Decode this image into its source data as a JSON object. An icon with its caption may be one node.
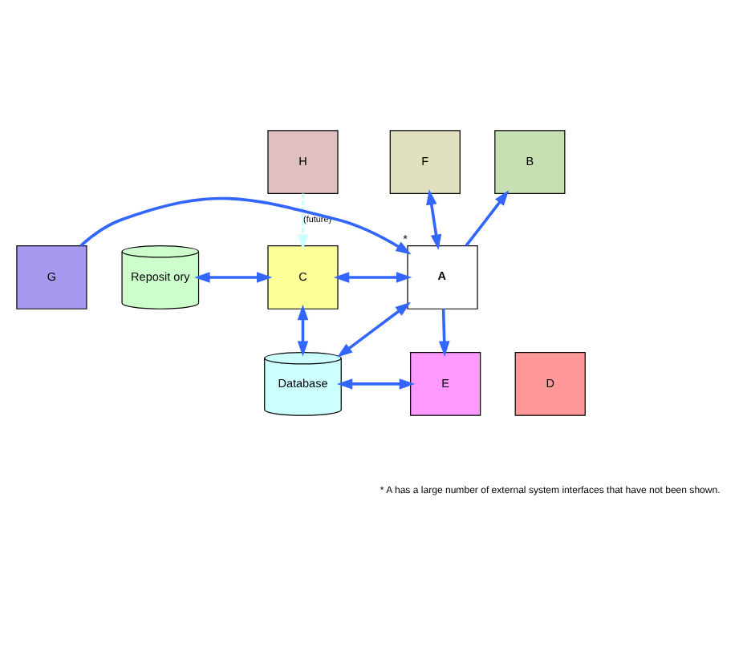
{
  "diagram": {
    "nodes": [
      {
        "text": [
          "H"
        ]
      },
      {
        "text": [
          "F"
        ]
      },
      {
        "text": [
          "B"
        ]
      },
      {
        "text": [
          "Reposit ory"
        ]
      },
      {
        "text": [
          "C"
        ]
      },
      {
        "text": [
          "A"
        ],
        "beside": [
          "*"
        ]
      },
      {
        "text": [
          "G"
        ]
      },
      {
        "text": [
          "Database"
        ]
      },
      {
        "text": [
          "E"
        ]
      },
      {
        "text": [
          "D"
        ]
      }
    ],
    "edges": [
      {
        "from": 0,
        "to": 4,
        "arrow": "to",
        "label": "(future)",
        "style": "dashed",
        "color": "#ccffff"
      },
      {
        "from": 3,
        "to": 4,
        "arrow": "both"
      },
      {
        "from": 4,
        "to": 5,
        "arrow": "both"
      },
      {
        "from": 1,
        "to": 5,
        "arrow": "both"
      },
      {
        "from": 5,
        "to": 2,
        "arrow": "to"
      },
      {
        "from": 6,
        "to": 5,
        "arrow": "to"
      },
      {
        "from": 5,
        "to": 8,
        "arrow": "to"
      },
      {
        "from": 4,
        "to": 7,
        "arrow": "both"
      },
      {
        "from": 5,
        "to": 7,
        "arrow": "both"
      },
      {
        "from": 7,
        "to": 8,
        "arrow": "both"
      }
    ],
    "labels": [
      "* A has a large number of external system interfaces that have not been shown."
    ]
  }
}
